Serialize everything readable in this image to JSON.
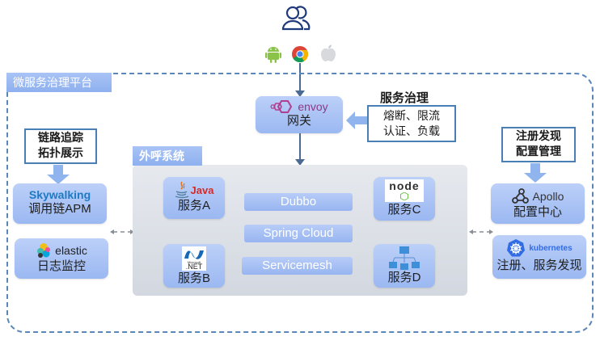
{
  "top": {
    "users_icon": "users-icon",
    "clients": [
      "android-icon",
      "chrome-icon",
      "apple-icon"
    ]
  },
  "platform": {
    "title": "微服务治理平台"
  },
  "gateway": {
    "logo_text": "envoy",
    "label": "网关"
  },
  "governance": {
    "title": "服务治理",
    "line1": "熔断、限流",
    "line2": "认证、负载"
  },
  "left_panel": {
    "callout_line1": "链路追踪",
    "callout_line2": "拓扑展示",
    "apm": {
      "logo_text": "Skywalking",
      "label": "调用链APM"
    },
    "log": {
      "logo_text": "elastic",
      "label": "日志监控"
    }
  },
  "right_panel": {
    "callout_line1": "注册发现",
    "callout_line2": "配置管理",
    "config": {
      "logo_text": "Apollo",
      "label": "配置中心"
    },
    "discovery": {
      "logo_text": "kubernetes",
      "label": "注册、服务发现"
    }
  },
  "system": {
    "title": "外呼系统",
    "services": [
      {
        "logo_text": "Java",
        "label": "服务A"
      },
      {
        "logo_text": ".NET",
        "sub": "Microsoft",
        "label": "服务B"
      },
      {
        "logo_text": "node",
        "label": "服务C"
      },
      {
        "label": "服务D"
      }
    ],
    "frameworks": [
      "Dubbo",
      "Spring Cloud",
      "Servicemesh"
    ]
  },
  "colors": {
    "dash_border": "#5b86b8",
    "tile_blue": "#a9c3f5",
    "arrow_blue": "#8fb4ee",
    "callout_border": "#4a7fb5"
  }
}
